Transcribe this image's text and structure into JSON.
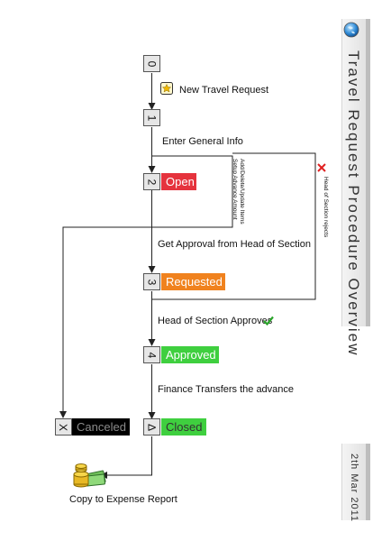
{
  "title": "Travel Request Procedure Overview",
  "date": "2th Mar 2011",
  "states": [
    {
      "number": "0"
    },
    {
      "number": "1"
    },
    {
      "number": "2",
      "label": "Open",
      "color": "#e5333d"
    },
    {
      "number": "3",
      "label": "Requested",
      "color": "#f0821e"
    },
    {
      "number": "4",
      "label": "Approved",
      "color": "#3fcf3f"
    },
    {
      "number": "∆",
      "label": "Closed",
      "color": "#3fcf3f"
    },
    {
      "number": "X",
      "label": "Canceled",
      "color": "#000000"
    }
  ],
  "steps": {
    "new_request": "New Travel Request",
    "enter_info": "Enter General Info",
    "get_approval": "Get Approval from Head of Section",
    "head_approves": "Head of Section Approves",
    "finance": "Finance Transfers the advance",
    "copy_expense": "Copy to Expense Report"
  },
  "annotations": {
    "add_delete_1": "Add/Delete/Update Items",
    "add_delete_2": "Setup Advance Amount",
    "head_rejects": "Head of Section rejects"
  },
  "colors": {
    "reject_mark": "#e02020",
    "approve_mark": "#2aa52a",
    "canceled_text": "#8a8a8a"
  },
  "icons": [
    "globe-icon",
    "star-note-icon",
    "reject-x-icon",
    "approve-check-icon",
    "money-icon"
  ]
}
